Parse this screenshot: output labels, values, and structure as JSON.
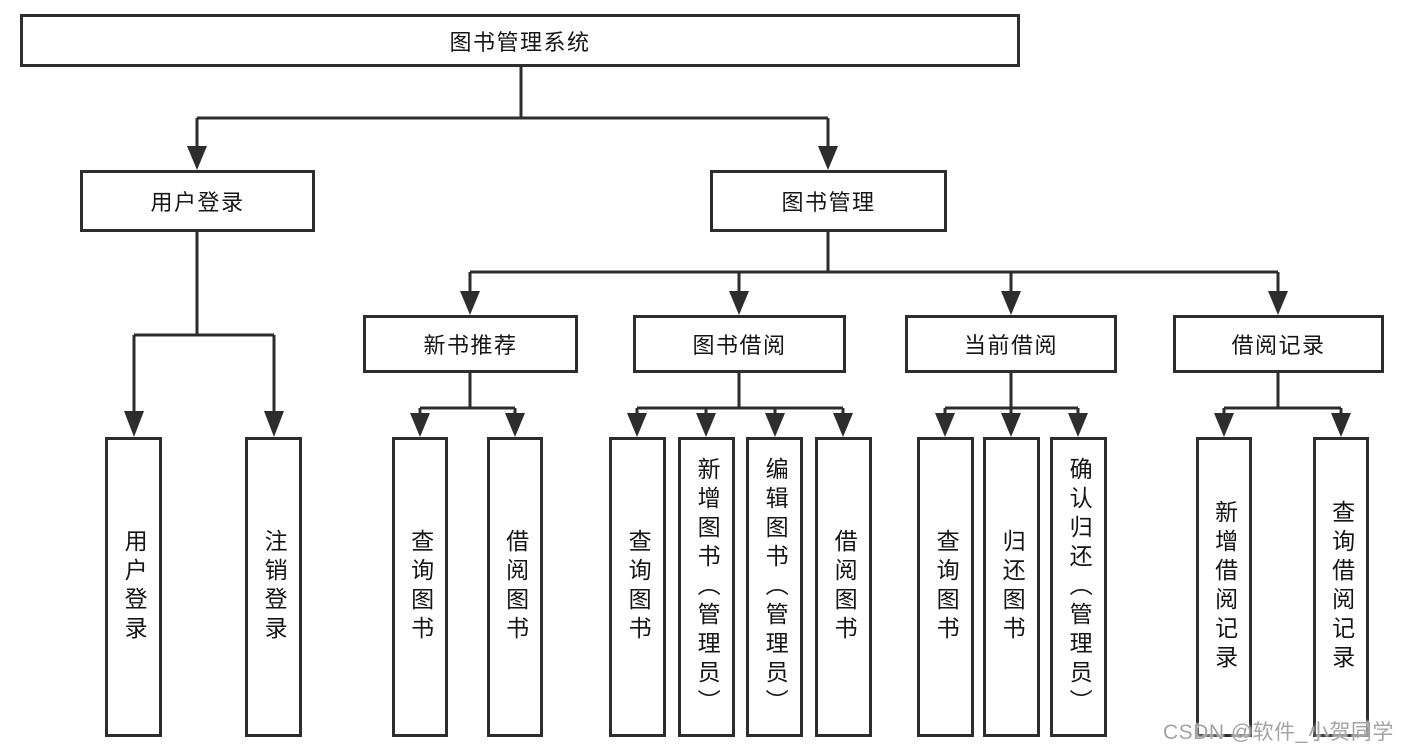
{
  "colors": {
    "background": "#ffffff",
    "line": "#2d2d2d",
    "box_border": "#2d2d2d",
    "text": "#151515",
    "watermark": "#a3a3a3"
  },
  "diagram": {
    "root": {
      "id": "library-management-system",
      "label": "图书管理系统"
    },
    "level2": [
      {
        "id": "user-login-branch",
        "label": "用户登录",
        "parent": "图书管理系统"
      },
      {
        "id": "book-management-branch",
        "label": "图书管理",
        "parent": "图书管理系统"
      }
    ],
    "level3": [
      {
        "id": "new-book-recommend",
        "label": "新书推荐",
        "parent": "图书管理"
      },
      {
        "id": "book-borrowing",
        "label": "图书借阅",
        "parent": "图书管理"
      },
      {
        "id": "current-borrowing",
        "label": "当前借阅",
        "parent": "图书管理"
      },
      {
        "id": "borrowing-records",
        "label": "借阅记录",
        "parent": "图书管理"
      }
    ],
    "leaves": [
      {
        "id": "user-login",
        "label": "用户登录",
        "parent": "用户登录"
      },
      {
        "id": "logout",
        "label": "注销登录",
        "parent": "用户登录"
      },
      {
        "id": "query-books-recommend",
        "label": "查询图书",
        "parent": "新书推荐"
      },
      {
        "id": "borrow-books-recommend",
        "label": "借阅图书",
        "parent": "新书推荐"
      },
      {
        "id": "query-books-borrowing",
        "label": "查询图书",
        "parent": "图书借阅"
      },
      {
        "id": "add-books-admin",
        "label": "新增图书（管理员）",
        "parent": "图书借阅"
      },
      {
        "id": "edit-books-admin",
        "label": "编辑图书（管理员）",
        "parent": "图书借阅"
      },
      {
        "id": "borrow-books-borrowing",
        "label": "借阅图书",
        "parent": "图书借阅"
      },
      {
        "id": "query-books-current",
        "label": "查询图书",
        "parent": "当前借阅"
      },
      {
        "id": "return-books",
        "label": "归还图书",
        "parent": "当前借阅"
      },
      {
        "id": "confirm-return-admin",
        "label": "确认归还（管理员）",
        "parent": "当前借阅"
      },
      {
        "id": "add-borrow-record",
        "label": "新增借阅记录",
        "parent": "借阅记录"
      },
      {
        "id": "query-borrow-record",
        "label": "查询借阅记录",
        "parent": "借阅记录"
      }
    ]
  },
  "watermark": {
    "text": "CSDN @软件_小贺同学"
  }
}
